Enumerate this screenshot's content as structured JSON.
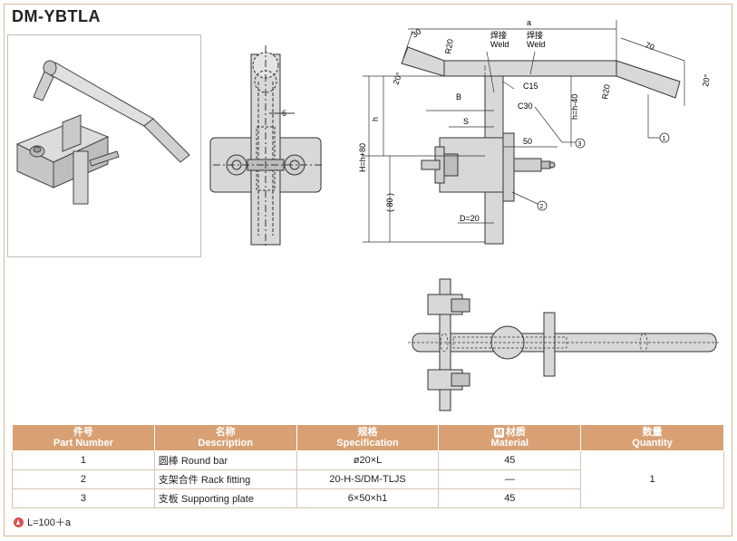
{
  "title": "DM-YBTLA",
  "drawing": {
    "side_view": {
      "dim_6": "6"
    },
    "front_view": {
      "dim_30": "30",
      "dim_R20_top": "R20",
      "dim_a": "a",
      "weld_cn_1": "焊接",
      "weld_en_1": "Weld",
      "weld_cn_2": "焊接",
      "weld_en_2": "Weld",
      "dim_70": "70",
      "dim_20deg_left": "20°",
      "dim_20deg_right": "20°",
      "dim_R20_right": "R20",
      "dim_C15": "C15",
      "dim_B": "B",
      "dim_C30": "C30",
      "dim_h": "h",
      "dim_h40": "h=h-40",
      "dim_H": "H=h+80",
      "dim_S": "S",
      "dim_50": "50",
      "dim_80": "( 80 )",
      "dim_D": "D=20",
      "callout_1": "1",
      "callout_2": "2",
      "callout_3": "3"
    }
  },
  "table": {
    "headers": [
      {
        "cn": "件号",
        "en": "Part Number"
      },
      {
        "cn": "名称",
        "en": "Description"
      },
      {
        "cn": "规格",
        "en": "Specification"
      },
      {
        "cn": "材质",
        "en": "Material",
        "icon": "M"
      },
      {
        "cn": "数量",
        "en": "Quantity"
      }
    ],
    "rows": [
      {
        "part": "1",
        "description": "圆棒 Round bar",
        "spec": "ø20×L",
        "material": "45"
      },
      {
        "part": "2",
        "description": "支架合件 Rack fitting",
        "spec": "20-H-S/DM-TLJS",
        "material": "—"
      },
      {
        "part": "3",
        "description": "支板 Supporting plate",
        "spec": "6×50×h1",
        "material": "45"
      }
    ],
    "quantity": "1"
  },
  "note": "L=100＋a",
  "colors": {
    "header_bg": "#d9a074",
    "border": "#d6c3b3",
    "part_fill": "#d8d8d8",
    "line": "#333333"
  }
}
